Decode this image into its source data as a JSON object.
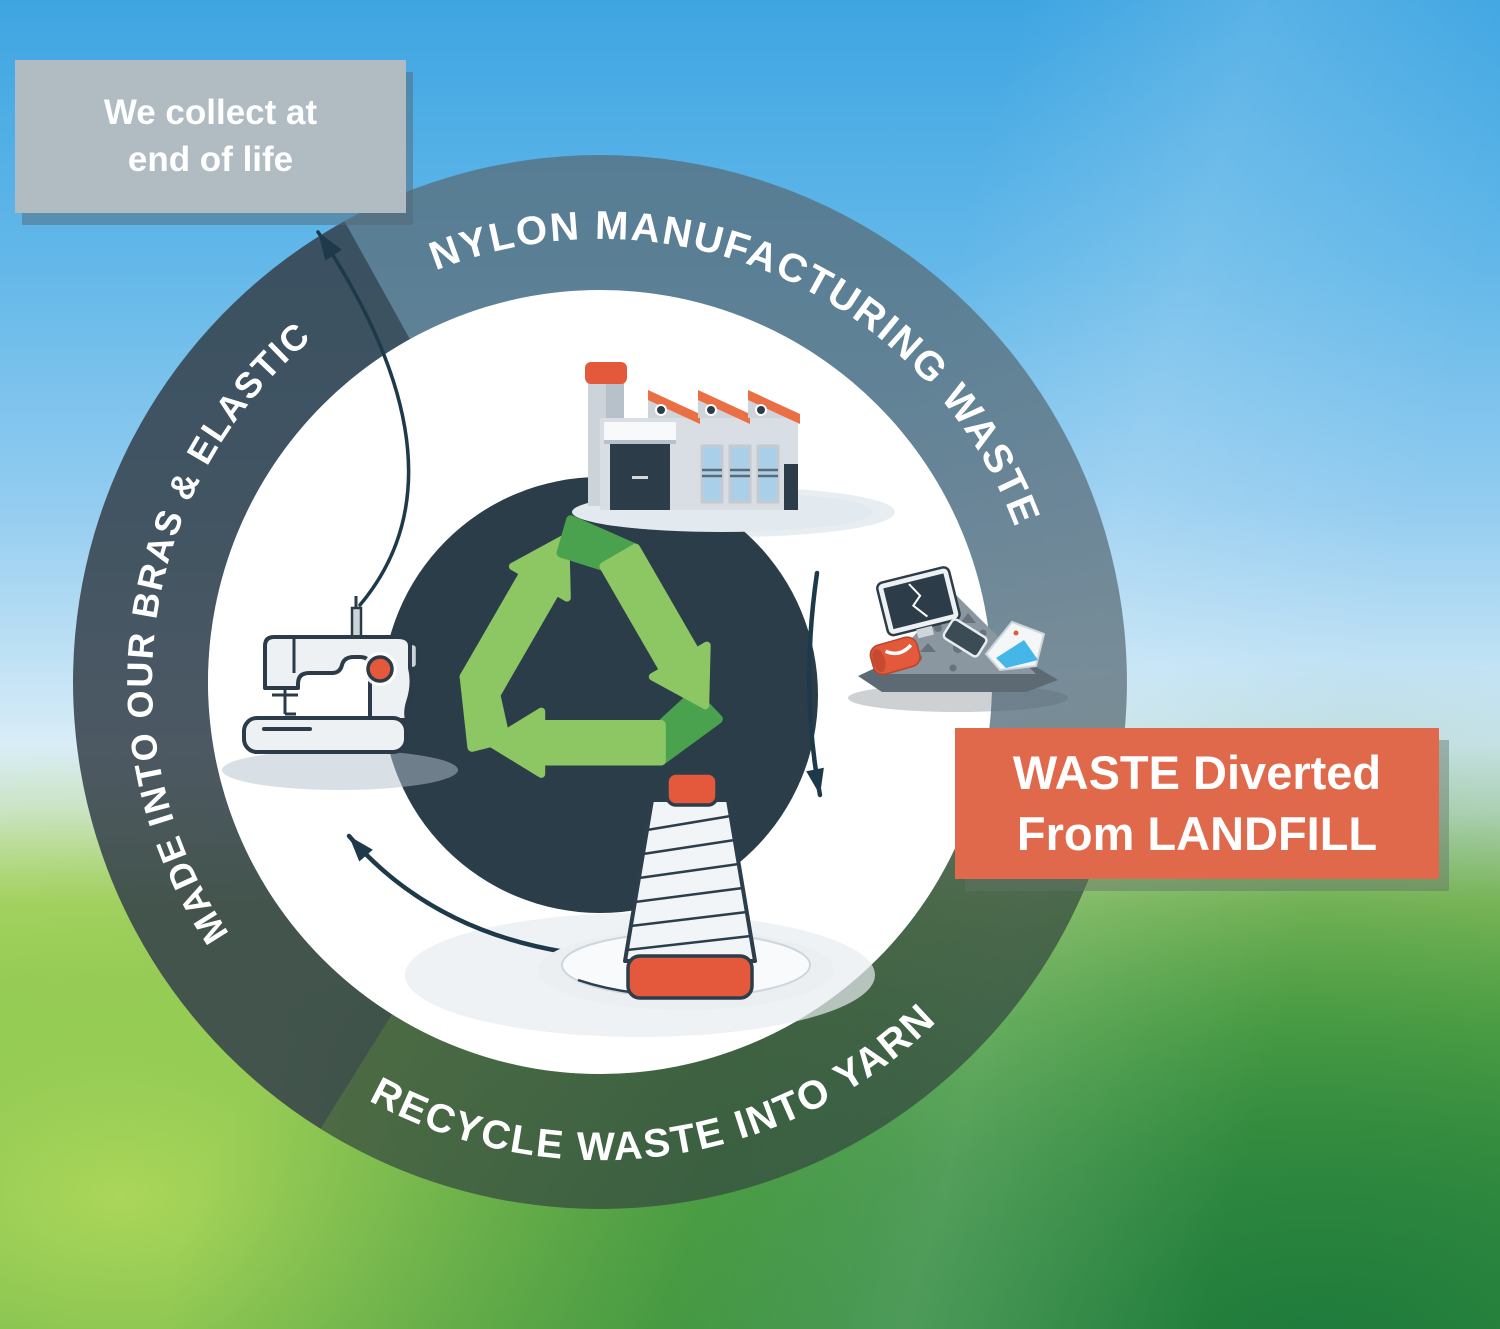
{
  "ring": {
    "segments": [
      {
        "id": "nylon-manufacturing-waste",
        "label": "NYLON MANUFACTURING WASTE",
        "color": "rgba(88,106,117,0.72)"
      },
      {
        "id": "made-into-our-bras-elastic",
        "label": "MADE INTO OUR BRAS & ELASTIC",
        "color": "rgba(52,64,74,0.86)"
      },
      {
        "id": "recycle-waste-into-yarn",
        "label": "RECYCLE WASTE INTO YARN",
        "color": "rgba(53,72,64,0.72)"
      }
    ],
    "text_color": "#ffffff"
  },
  "callouts": {
    "collect": {
      "line1": "We collect at",
      "line2": "end of life",
      "bg_color": "#b1bcc2",
      "text_color": "#ffffff"
    },
    "landfill": {
      "line1": "WASTE Diverted",
      "line2": "From LANDFILL",
      "bg_color": "#e0694b",
      "text_color": "#ffffff"
    }
  },
  "icons": [
    {
      "name": "factory-icon",
      "meaning": "nylon manufacturing factory"
    },
    {
      "name": "waste-pile-icon",
      "meaning": "manufacturing waste pile"
    },
    {
      "name": "yarn-cone-icon",
      "meaning": "recycled yarn cone"
    },
    {
      "name": "sewing-machine-icon",
      "meaning": "sewing bras and elastic"
    },
    {
      "name": "recycling-arrows-icon",
      "meaning": "closed recycling loop"
    }
  ],
  "colors": {
    "sky_top": "#3ea5e2",
    "sky_bottom": "#d9edf7",
    "grass_light": "#aad65a",
    "grass_dark": "#1e7a3c",
    "center_circle": "#2b3d49",
    "recycle_green_light": "#8cc763",
    "recycle_green_dark": "#4aa24f",
    "accent_orange": "#e4593b",
    "outline_navy": "#2b3b49",
    "arrow_color": "#1e3a4a",
    "white_ring": "#ffffff"
  }
}
